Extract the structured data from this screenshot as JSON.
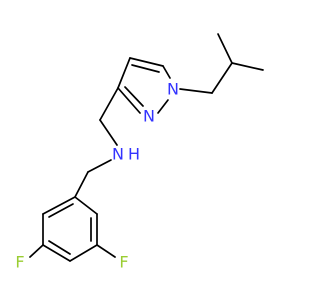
{
  "molecule": {
    "atoms": {
      "nitrogen_ring_n1": "N",
      "nitrogen_ring_n2": "N",
      "nitrogen_amine": "N",
      "hydrogen_amine": "H",
      "fluorine_left": "F",
      "fluorine_right": "F"
    },
    "colors": {
      "bond": "#000000",
      "nitrogen": "#3333ff",
      "fluorine": "#9acd32",
      "carbon": "#000000"
    }
  }
}
